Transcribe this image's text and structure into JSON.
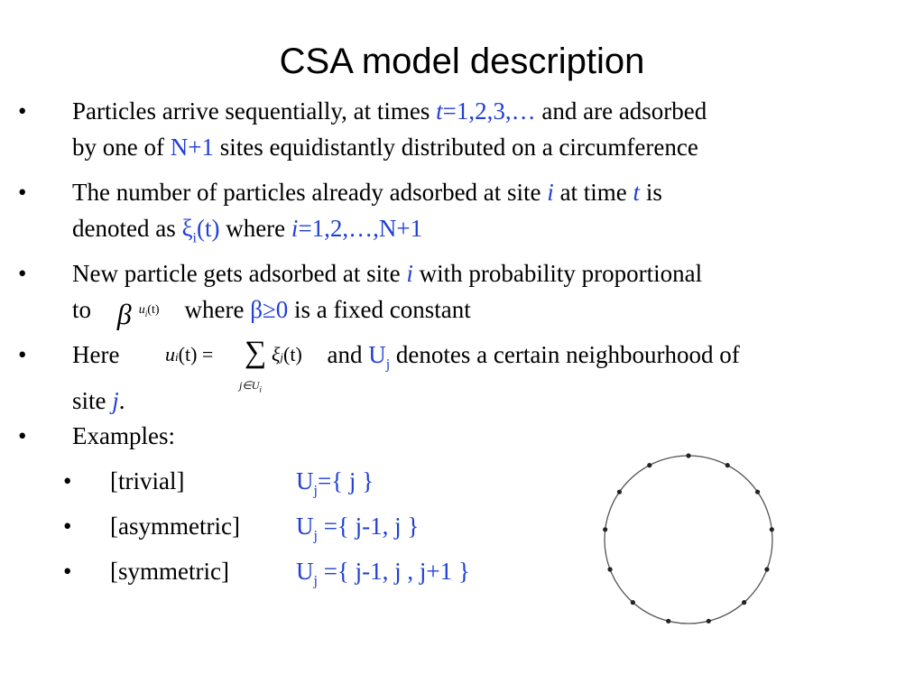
{
  "title": "CSA model description",
  "bullet_char": "•",
  "bullets": [
    {
      "line1a": "Particles arrive sequentially, at times ",
      "t": "t",
      "times": "=1,2,3,…",
      "line1b": " and are adsorbed",
      "line2a": "by one of ",
      "n": "N+1",
      "line2b": " sites equidistantly distributed on a circumference"
    },
    {
      "line1a": "The number of particles already adsorbed at site ",
      "i": "i",
      "mid": " at time ",
      "t": "t",
      "end": " is",
      "line2a": "denoted as ",
      "xi": "ξ",
      "xi_sub": "i",
      "xi_arg": "(t)",
      "where": " where ",
      "i2": "i",
      "range": "=1,2,…,N+1"
    },
    {
      "line1a": "New particle gets adsorbed at site ",
      "i": "i",
      "line1b": " with probability proportional",
      "to": "to",
      "beta": "β",
      "sup_u": "u",
      "sup_i": "i",
      "sup_t": "(t)",
      "where": "where ",
      "cond": "β≥0",
      "end": " is a fixed constant"
    },
    {
      "here": "Here",
      "and": "and ",
      "U": "U",
      "U_sub": "j",
      "rest": " denotes a certain neighbourhood of",
      "line2a": "site ",
      "j": "j",
      "period": "."
    },
    {
      "text": "Examples:"
    }
  ],
  "formula": {
    "u": "u",
    "u_sub": "i",
    "lhs_arg": "(t) =",
    "sum": "∑",
    "under": "j∈U",
    "under_sub": "i",
    "xi": "ξ",
    "xi_sub": "j",
    "rhs_arg": "(t)"
  },
  "examples": [
    {
      "name": "[trivial]",
      "U": "U",
      "sub": "j",
      "set": "={ j }"
    },
    {
      "name": "[asymmetric]",
      "U": "U",
      "sub": "j",
      "set": " ={ j-1, j }"
    },
    {
      "name": "[symmetric]",
      "U": "U",
      "sub": "j",
      "set": " ={ j-1, j , j+1 }"
    }
  ],
  "ring": {
    "sites": 13,
    "stroke": "#555555",
    "dot": "#222222"
  }
}
